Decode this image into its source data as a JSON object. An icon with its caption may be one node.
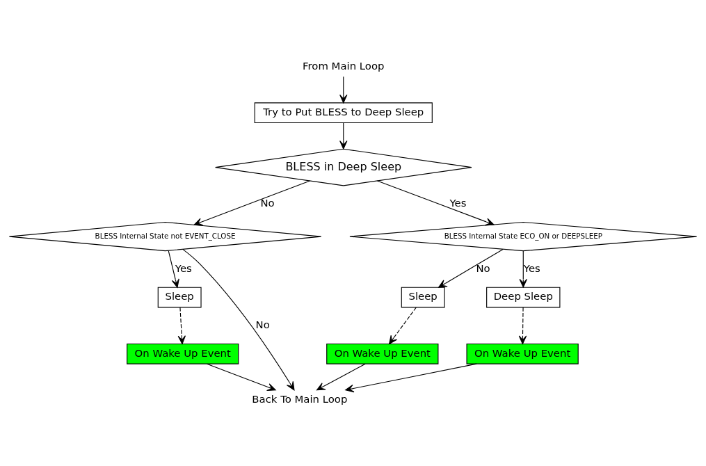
{
  "diagram": {
    "nodes": [
      {
        "text": [
          "From Main Loop"
        ]
      },
      {
        "text": [
          "Try to Put BLESS to Deep Sleep"
        ]
      },
      {
        "text": [
          "BLESS in Deep Sleep"
        ]
      },
      {
        "text": [
          "BLESS Internal State not EVENT_CLOSE"
        ]
      },
      {
        "text": [
          "BLESS Internal State ECO_ON or DEEPSLEEP"
        ]
      },
      {
        "text": [
          "Sleep"
        ]
      },
      {
        "text": [
          "On Wake Up Event"
        ]
      },
      {
        "text": [
          "Sleep"
        ]
      },
      {
        "text": [
          "Deep Sleep"
        ]
      },
      {
        "text": [
          "On Wake Up Event"
        ]
      },
      {
        "text": [
          "On Wake Up Event"
        ]
      },
      {
        "text": [
          "Back To Main Loop"
        ]
      }
    ],
    "edges": [
      {
        "from": 0,
        "to": 1,
        "arrow": "to"
      },
      {
        "from": 1,
        "to": 2,
        "arrow": "to"
      },
      {
        "from": 2,
        "to": 4,
        "arrow": "to",
        "label": "Yes"
      },
      {
        "from": 2,
        "to": 3,
        "arrow": "to",
        "label": "No"
      },
      {
        "from": 3,
        "to": 5,
        "arrow": "to",
        "label": "Yes"
      },
      {
        "from": 3,
        "to": 11,
        "arrow": "to",
        "label": "No"
      },
      {
        "from": 4,
        "to": 7,
        "arrow": "to",
        "label": "No"
      },
      {
        "from": 4,
        "to": 8,
        "arrow": "to",
        "label": "Yes"
      },
      {
        "from": 5,
        "to": 6,
        "arrow": "to",
        "style": "dashed"
      },
      {
        "from": 7,
        "to": 9,
        "arrow": "to",
        "style": "dashed"
      },
      {
        "from": 8,
        "to": 10,
        "arrow": "to",
        "style": "dashed"
      },
      {
        "from": 6,
        "to": 11,
        "arrow": "to"
      },
      {
        "from": 9,
        "to": 11,
        "arrow": "to"
      },
      {
        "from": 10,
        "to": 11,
        "arrow": "to"
      }
    ]
  }
}
